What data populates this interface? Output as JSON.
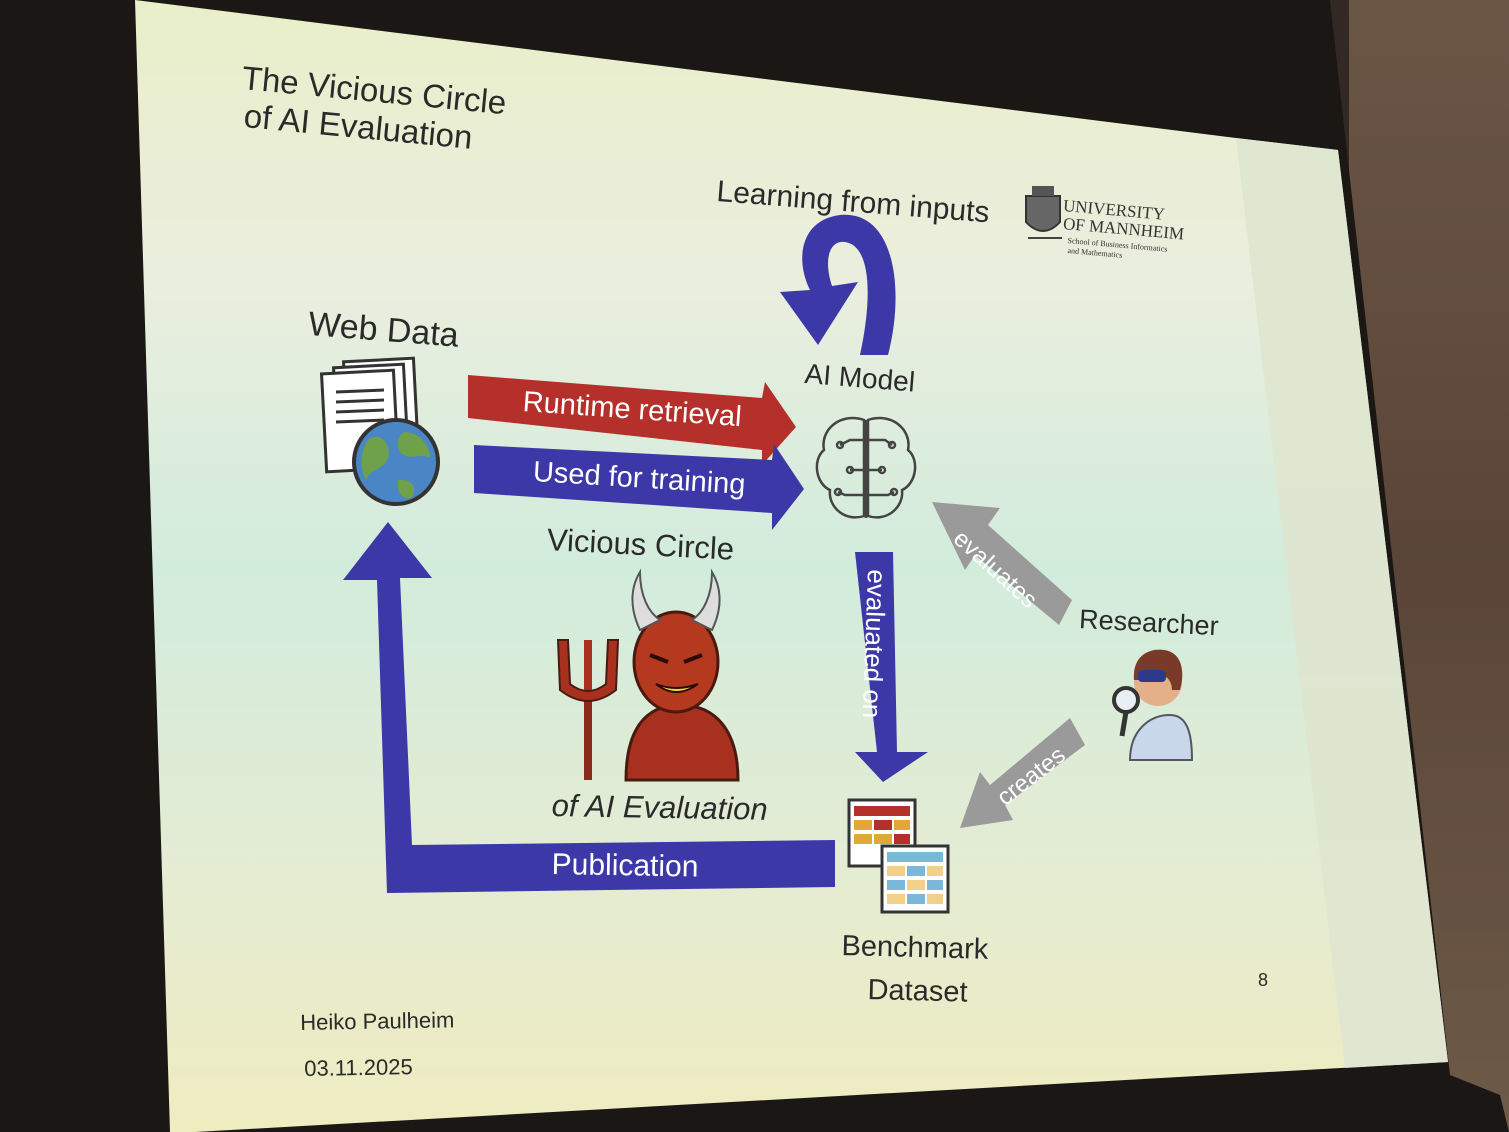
{
  "slide": {
    "title_line1": "The Vicious Circle",
    "title_line2": "of AI Evaluation",
    "logo": {
      "line1": "UNIVERSITY",
      "line2": "OF MANNHEIM",
      "line3": "School of Business Informatics",
      "line4": "and Mathematics",
      "icon": "university-crest-icon"
    },
    "nodes": {
      "web_data": "Web Data",
      "ai_model": "AI Model",
      "learning": "Learning from inputs",
      "researcher": "Researcher",
      "benchmark_line1": "Benchmark",
      "benchmark_line2": "Dataset"
    },
    "arrows": {
      "runtime": "Runtime retrieval",
      "training": "Used for training",
      "evaluated_on": "evaluated on",
      "evaluates": "evaluates",
      "creates": "creates",
      "publication": "Publication"
    },
    "center": {
      "line1": "Vicious Circle",
      "line2": "of AI Evaluation"
    },
    "footer": {
      "author": "Heiko Paulheim",
      "date": "03.11.2025",
      "page": "8"
    },
    "colors": {
      "red_arrow": "#b5302a",
      "blue_arrow": "#3c38a8",
      "gray_arrow": "#9a9a9a"
    }
  }
}
